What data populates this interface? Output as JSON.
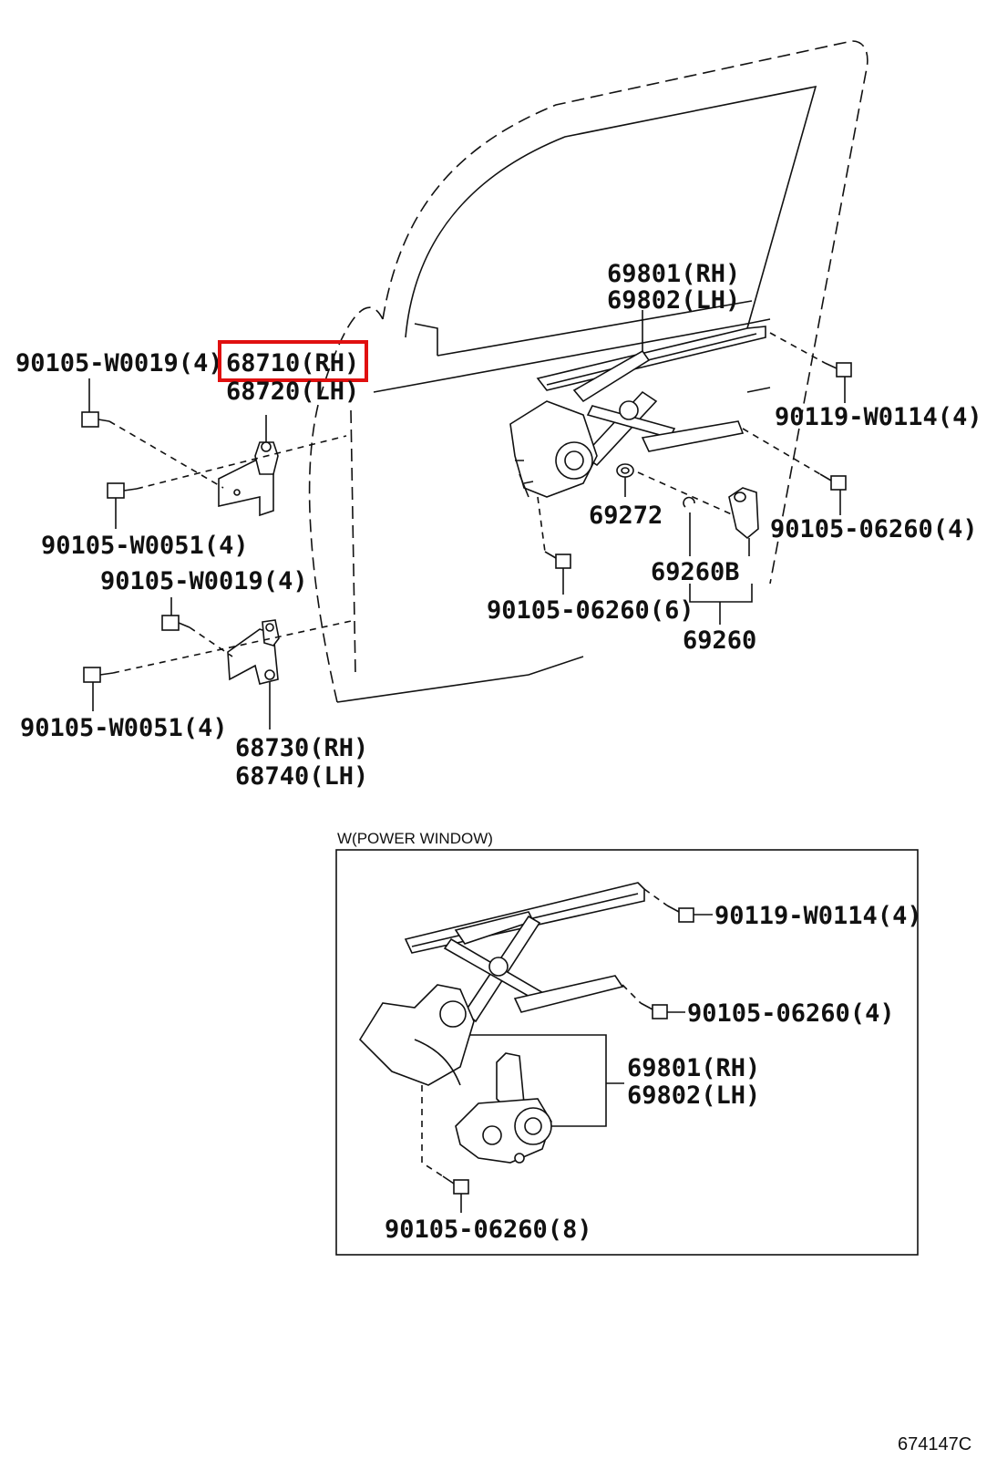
{
  "labels": {
    "hinge_upper_bolt": "90105-W0019(4)",
    "hinge_upper_rh": "68710(RH)",
    "hinge_upper_lh": "68720(LH)",
    "hinge_upper_screw": "90105-W0051(4)",
    "hinge_lower_bolt": "90105-W0019(4)",
    "hinge_lower_screw": "90105-W0051(4)",
    "hinge_lower_rh": "68730(RH)",
    "hinge_lower_lh": "68740(LH)",
    "regulator_rh": "69801(RH)",
    "regulator_lh": "69802(LH)",
    "regulator_bolt_top": "90119-W0114(4)",
    "regulator_bolt_mid": "90105-06260(4)",
    "washer": "69272",
    "handle_b": "69260B",
    "handle": "69260",
    "regulator_bolt_low": "90105-06260(6)"
  },
  "power_window": {
    "title": "W(POWER WINDOW)",
    "bolt_top": "90119-W0114(4)",
    "bolt_mid": "90105-06260(4)",
    "regulator_rh": "69801(RH)",
    "regulator_lh": "69802(LH)",
    "bolt_low": "90105-06260(8)"
  },
  "figure_code": "674147C",
  "highlight": {
    "target": "68710(RH)",
    "color": "#e01010"
  }
}
